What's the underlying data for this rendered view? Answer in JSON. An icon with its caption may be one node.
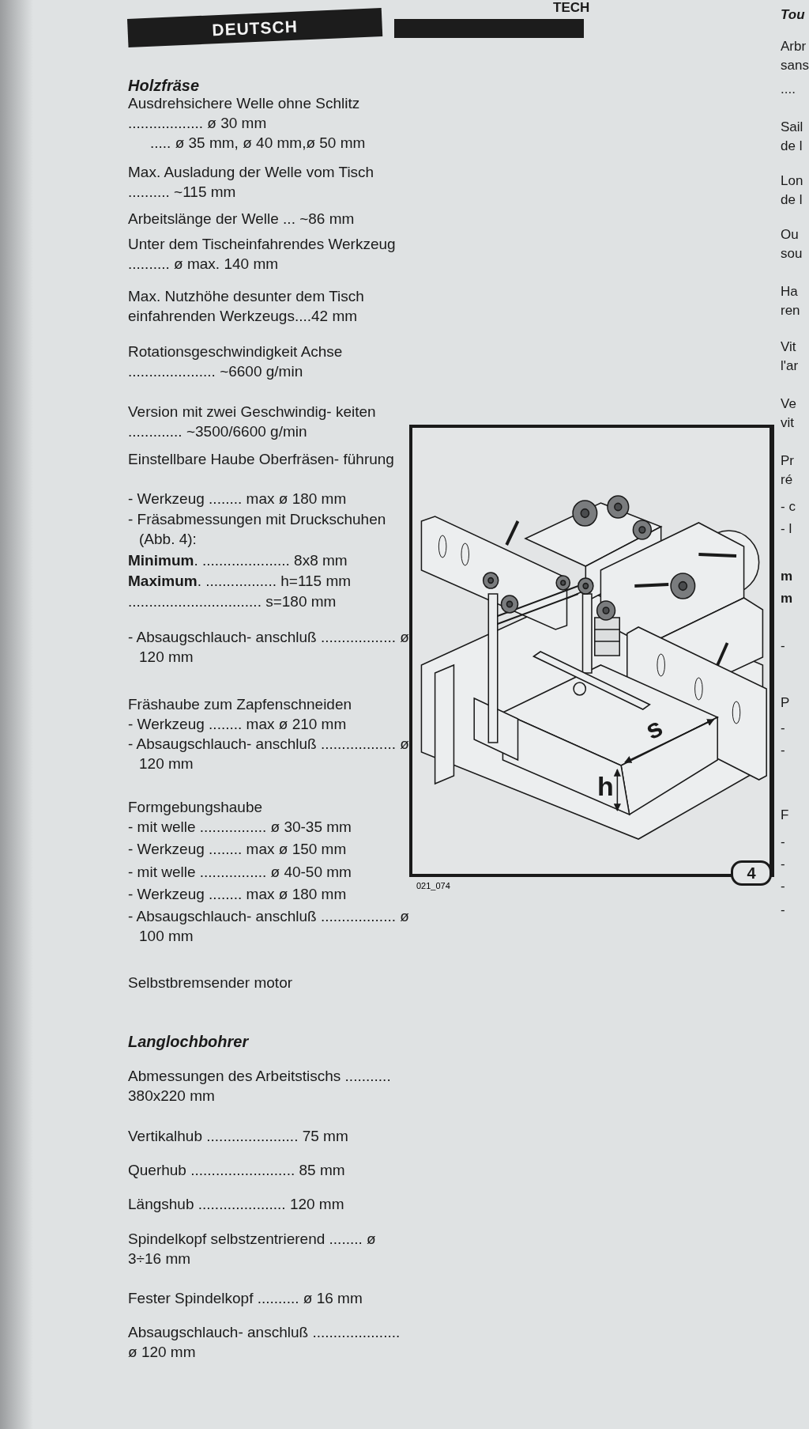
{
  "diagram": {
    "labels": [
      "TECH",
      "DEUTSCH",
      "Holzfräse",
      "Ausdrehsichere Welle ohne Schlitz .................. ø 30 mm",
      "..... ø 35 mm, ø 40 mm,ø 50 mm",
      "Max. Ausladung der Welle vom Tisch .......... ~115 mm",
      "Arbeitslänge der Welle ... ~86 mm",
      "Unter dem Tischeinfahrendes Werkzeug .......... ø max. 140 mm",
      "Max. Nutzhöhe desunter dem Tisch einfahrenden Werkzeugs....42 mm",
      "Rotationsgeschwindigkeit Achse ..................... ~6600 g/min",
      "Version mit zwei Geschwindig- keiten ............. ~3500/6600 g/min",
      "Einstellbare Haube Oberfräsen- führung",
      "- Werkzeug ........ max ø 180 mm",
      "- Fräsabmessungen mit Druckschuhen (Abb. 4):",
      "**Minimum**. ..................... 8x8 mm",
      "**Maximum**. ................. h=115 mm",
      "................................ s=180 mm",
      "- Absaugschlauch- anschluß .................. ø 120 mm",
      "Fräshaube zum Zapfenschneiden",
      "- Werkzeug ........ max ø 210 mm",
      "- Absaugschlauch- anschluß .................. ø 120 mm",
      "Formgebungshaube",
      "- mit welle ................ ø 30-35 mm",
      "- Werkzeug ........ max ø 150 mm",
      "- mit welle ................ ø 40-50 mm",
      "- Werkzeug ........ max ø 180 mm",
      "- Absaugschlauch- anschluß .................. ø 100 mm",
      "Selbstbremsender motor",
      "Langlochbohrer",
      "Abmessungen des Arbeitstischs ........... 380x220 mm",
      "Vertikalhub ...................... 75 mm",
      "Querhub ......................... 85 mm",
      "Längshub ..................... 120 mm",
      "Spindelkopf selbstzentrierend ........ ø 3÷16 mm",
      "Fester Spindelkopf .......... ø 16 mm",
      "Absaugschlauch- anschluß ..................... ø 120 mm",
      "s",
      "h",
      "4",
      "021_074",
      "Tou",
      "Arbr",
      "sans",
      "....",
      "Sail",
      "de l",
      "Lon",
      "de l",
      "Ou",
      "sou",
      "Ha",
      "ren",
      "Vit",
      "l'ar",
      "Ve",
      "vit",
      "Pr",
      "ré",
      "- c",
      "- l",
      "m",
      "m",
      "-",
      "P",
      "-",
      "-",
      "F",
      "-",
      "-",
      "-",
      "-"
    ]
  }
}
